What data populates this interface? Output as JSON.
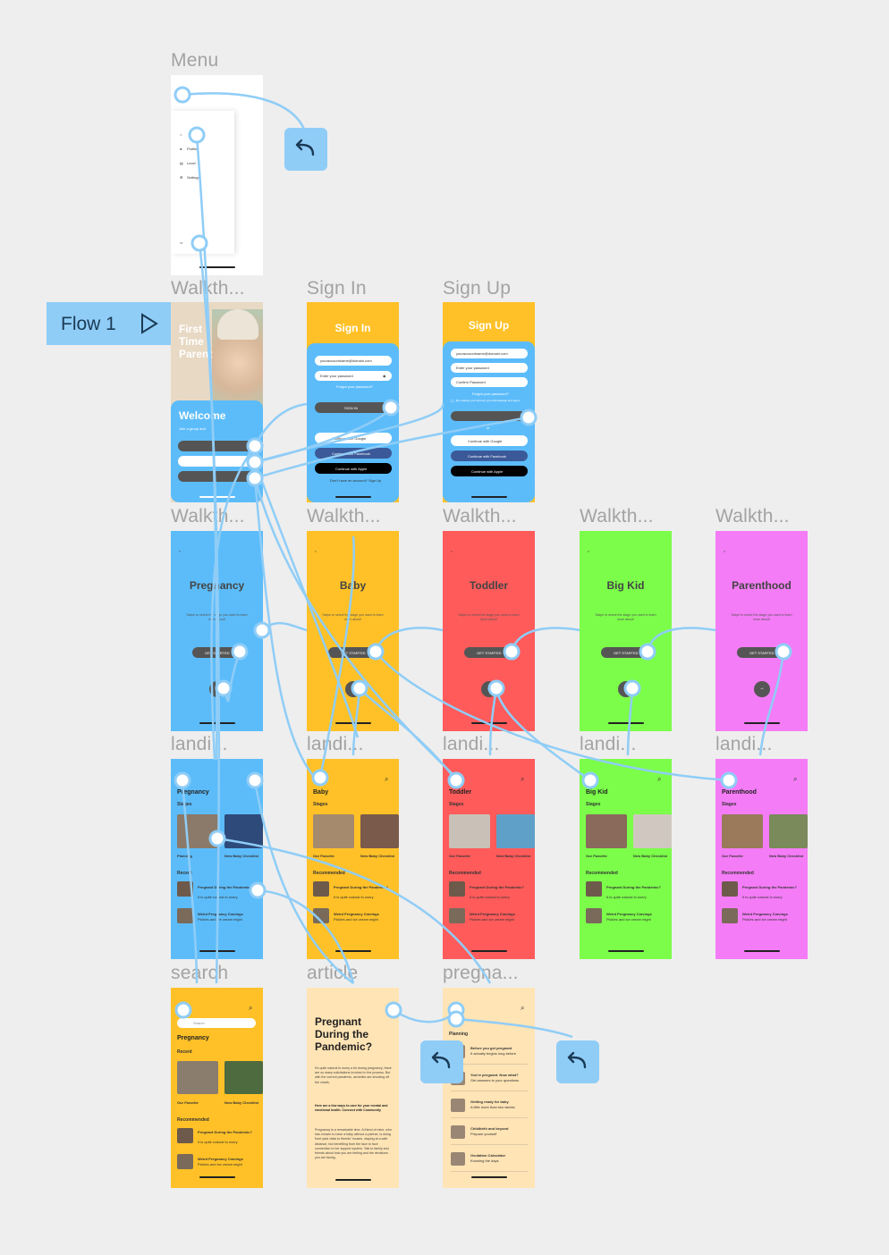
{
  "canvas": {
    "background": "#eeeeee",
    "wire_color": "#8fcdf7",
    "flow_label": "Flow 1",
    "play_icon": "play-triangle-icon",
    "back_icon": "return-arrow-icon"
  },
  "frames": {
    "menu": {
      "label": "Menu",
      "items": [
        "Profile",
        "Level",
        "Settings"
      ]
    },
    "walkthrough_intro": {
      "label": "Walkth...",
      "color": "#5cbcfa",
      "headline": "First Time Parent",
      "welcome": "Welcome",
      "welcome_sub": "Join a group and"
    },
    "sign_in": {
      "label": "Sign In",
      "title": "Sign In",
      "color": "#ffc127",
      "panel": "#5cbcfa",
      "email": "youraccountname@domain.com",
      "password": "Enter your password",
      "forgot": "Forgot your password?",
      "submit": "SIGN IN",
      "google": "Continue with Google",
      "facebook": "Continue with Facebook",
      "apple": "Continue with Apple",
      "footer": "Don't have an account? Sign Up"
    },
    "sign_up": {
      "label": "Sign Up",
      "title": "Sign Up",
      "color": "#ffc127",
      "panel": "#5cbcfa",
      "email": "youraccountname@domain.com",
      "password": "Enter your password",
      "confirm": "Confirm Password",
      "forgot": "Forgot your password?",
      "terms": "By creating your account you acknowledge and agree",
      "or": "or",
      "google": "Continue with Google",
      "facebook": "Continue with Facebook",
      "apple": "Continue with Apple"
    },
    "stages": [
      {
        "label": "Walkth...",
        "title": "Pregnancy",
        "color": "#5cbcfa",
        "cta": "GET STARTED",
        "sub": "Swipe to select the stage you want to learn more about!"
      },
      {
        "label": "Walkth...",
        "title": "Baby",
        "color": "#ffc127",
        "cta": "GET STARTED",
        "sub": "Swipe to select the stage you want to learn more about!"
      },
      {
        "label": "Walkth...",
        "title": "Toddler",
        "color": "#ff5b5b",
        "cta": "GET STARTED",
        "sub": "Swipe to select the stage you want to learn more about!"
      },
      {
        "label": "Walkth...",
        "title": "Big Kid",
        "color": "#7cfd4a",
        "cta": "GET STARTED",
        "sub": "Swipe to select the stage you want to learn more about!"
      },
      {
        "label": "Walkth...",
        "title": "Parenthood",
        "color": "#f47cf6",
        "cta": "GET STARTED",
        "sub": "Swipe to select the stage you want to learn more about!"
      }
    ],
    "landings": [
      {
        "label": "landi...",
        "title": "Pregnancy",
        "color": "#5cbcfa",
        "section": "Stages",
        "card1": "Planning",
        "card2": "New Baby Checklist",
        "list_title": "Recent",
        "item1": "Pregnant During the Pandemic?",
        "item1_sub": "It is quite natural to worry",
        "item2": "Weird Pregnancy Cravings",
        "item2_sub": "Pickles and ice cream might"
      },
      {
        "label": "landi...",
        "title": "Baby",
        "color": "#ffc127",
        "section": "Stages",
        "card1": "Our Favorite",
        "card2": "New Baby Checklist",
        "list_title": "Recommended",
        "item1": "Pregnant During the Pandemic?",
        "item1_sub": "It is quite natural to worry",
        "item2": "Weird Pregnancy Cravings",
        "item2_sub": "Pickles and ice cream might"
      },
      {
        "label": "landi...",
        "title": "Toddler",
        "color": "#ff5b5b",
        "section": "Stages",
        "card1": "Our Favorite",
        "card2": "New Baby Checklist",
        "list_title": "Recommended",
        "item1": "Pregnant During the Pandemic?",
        "item1_sub": "It is quite natural to worry",
        "item2": "Weird Pregnancy Cravings",
        "item2_sub": "Pickles and ice cream might"
      },
      {
        "label": "landi...",
        "title": "Big Kid",
        "color": "#7cfd4a",
        "section": "Stages",
        "card1": "Our Favorite",
        "card2": "New Baby Checklist",
        "list_title": "Recommended",
        "item1": "Pregnant During the Pandemic?",
        "item1_sub": "It is quite natural to worry",
        "item2": "Weird Pregnancy Cravings",
        "item2_sub": "Pickles and ice cream might"
      },
      {
        "label": "landi...",
        "title": "Parenthood",
        "color": "#f47cf6",
        "section": "Stages",
        "card1": "Our Favorite",
        "card2": "New Baby Checklist",
        "list_title": "Recommended",
        "item1": "Pregnant During the Pandemic?",
        "item1_sub": "It is quite natural to worry",
        "item2": "Weird Pregnancy Cravings",
        "item2_sub": "Pickles and ice cream might"
      }
    ],
    "search": {
      "label": "search",
      "color": "#ffc127",
      "placeholder": "Search",
      "title": "Pregnancy",
      "recent": "Recent",
      "card1": "Our Favorite",
      "card2": "New Baby Checklist",
      "recommended": "Recommended",
      "item1": "Pregnant During the Pandemic?",
      "item1_sub": "It is quite natural to worry",
      "item2": "Weird Pregnancy Cravings",
      "item2_sub": "Pickles and ice cream might"
    },
    "article": {
      "label": "article",
      "color": "#ffe4b5",
      "title": "Pregnant During the Pandemic?",
      "p1": "It's quite natural to worry a bit during pregnancy; there are so many solicitations involved in the process. But with the current pandemic, anxieties are shooting off the charts.",
      "p2": "Here are a few ways to care for your mental and emotional health. Connect with Community",
      "p3": "Pregnancy is a remarkable time. A friend of mine, who has chosen to have a baby without a partner, is doing front yard visits to friends' houses, staying at a safe distance, but benefiting from the face to face connection to her support system. Talk to family and friends about how you are feeling and the decisions you are facing."
    },
    "pregnancy_list": {
      "label": "pregna...",
      "color": "#ffe4b5",
      "section": "Planning",
      "items": [
        {
          "title": "Before you get pregnant",
          "sub": "It actually begins long before"
        },
        {
          "title": "You're pregnant. Now what?",
          "sub": "Get answers to your questions"
        },
        {
          "title": "Getting ready for baby",
          "sub": "A little more than two weeks"
        },
        {
          "title": "Childbirth and beyond",
          "sub": "Prepare yourself"
        },
        {
          "title": "Ovulation Calculator",
          "sub": "Knowing the days"
        }
      ]
    }
  }
}
